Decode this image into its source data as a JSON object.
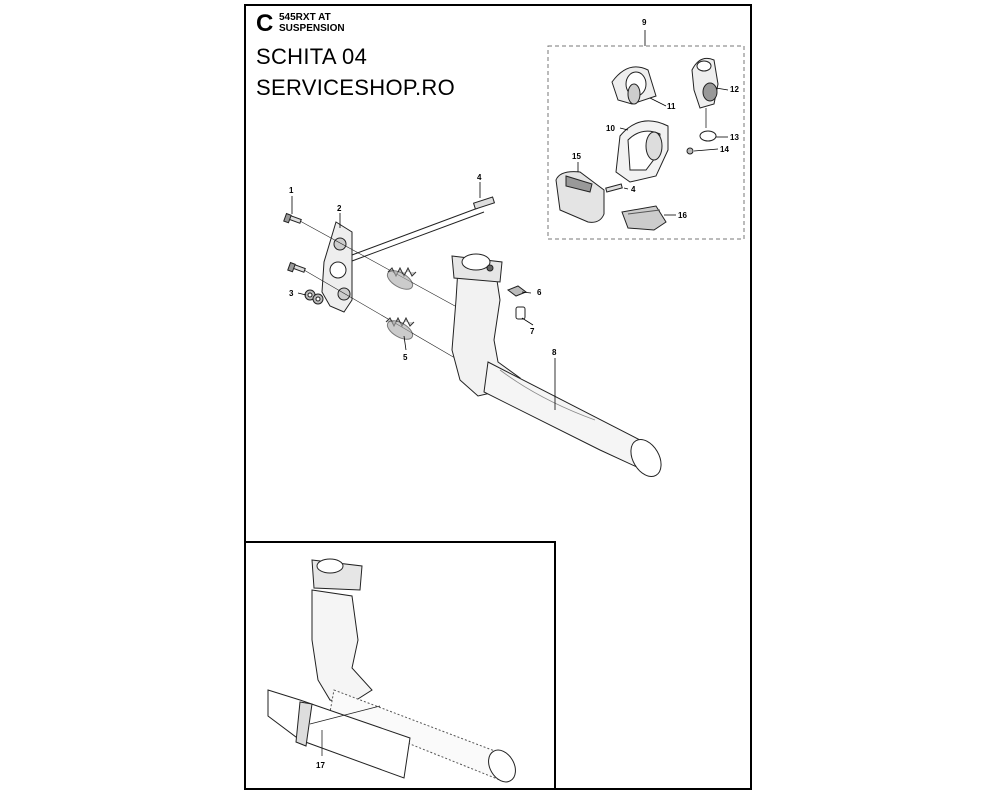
{
  "header": {
    "section_letter": "C",
    "model": "545RXT AT",
    "title": "SUSPENSION"
  },
  "overlay": {
    "line1": "SCHITA 04",
    "line2": "SERVICESHOP.RO"
  },
  "callouts": [
    {
      "id": "1",
      "label": "1"
    },
    {
      "id": "2",
      "label": "2"
    },
    {
      "id": "3",
      "label": "3"
    },
    {
      "id": "4a",
      "label": "4"
    },
    {
      "id": "4b",
      "label": "4"
    },
    {
      "id": "5",
      "label": "5"
    },
    {
      "id": "6",
      "label": "6"
    },
    {
      "id": "7",
      "label": "7"
    },
    {
      "id": "8",
      "label": "8"
    },
    {
      "id": "9",
      "label": "9"
    },
    {
      "id": "10",
      "label": "10"
    },
    {
      "id": "11",
      "label": "11"
    },
    {
      "id": "12",
      "label": "12"
    },
    {
      "id": "13",
      "label": "13"
    },
    {
      "id": "14",
      "label": "14"
    },
    {
      "id": "15",
      "label": "15"
    },
    {
      "id": "16",
      "label": "16"
    },
    {
      "id": "17",
      "label": "17"
    }
  ]
}
